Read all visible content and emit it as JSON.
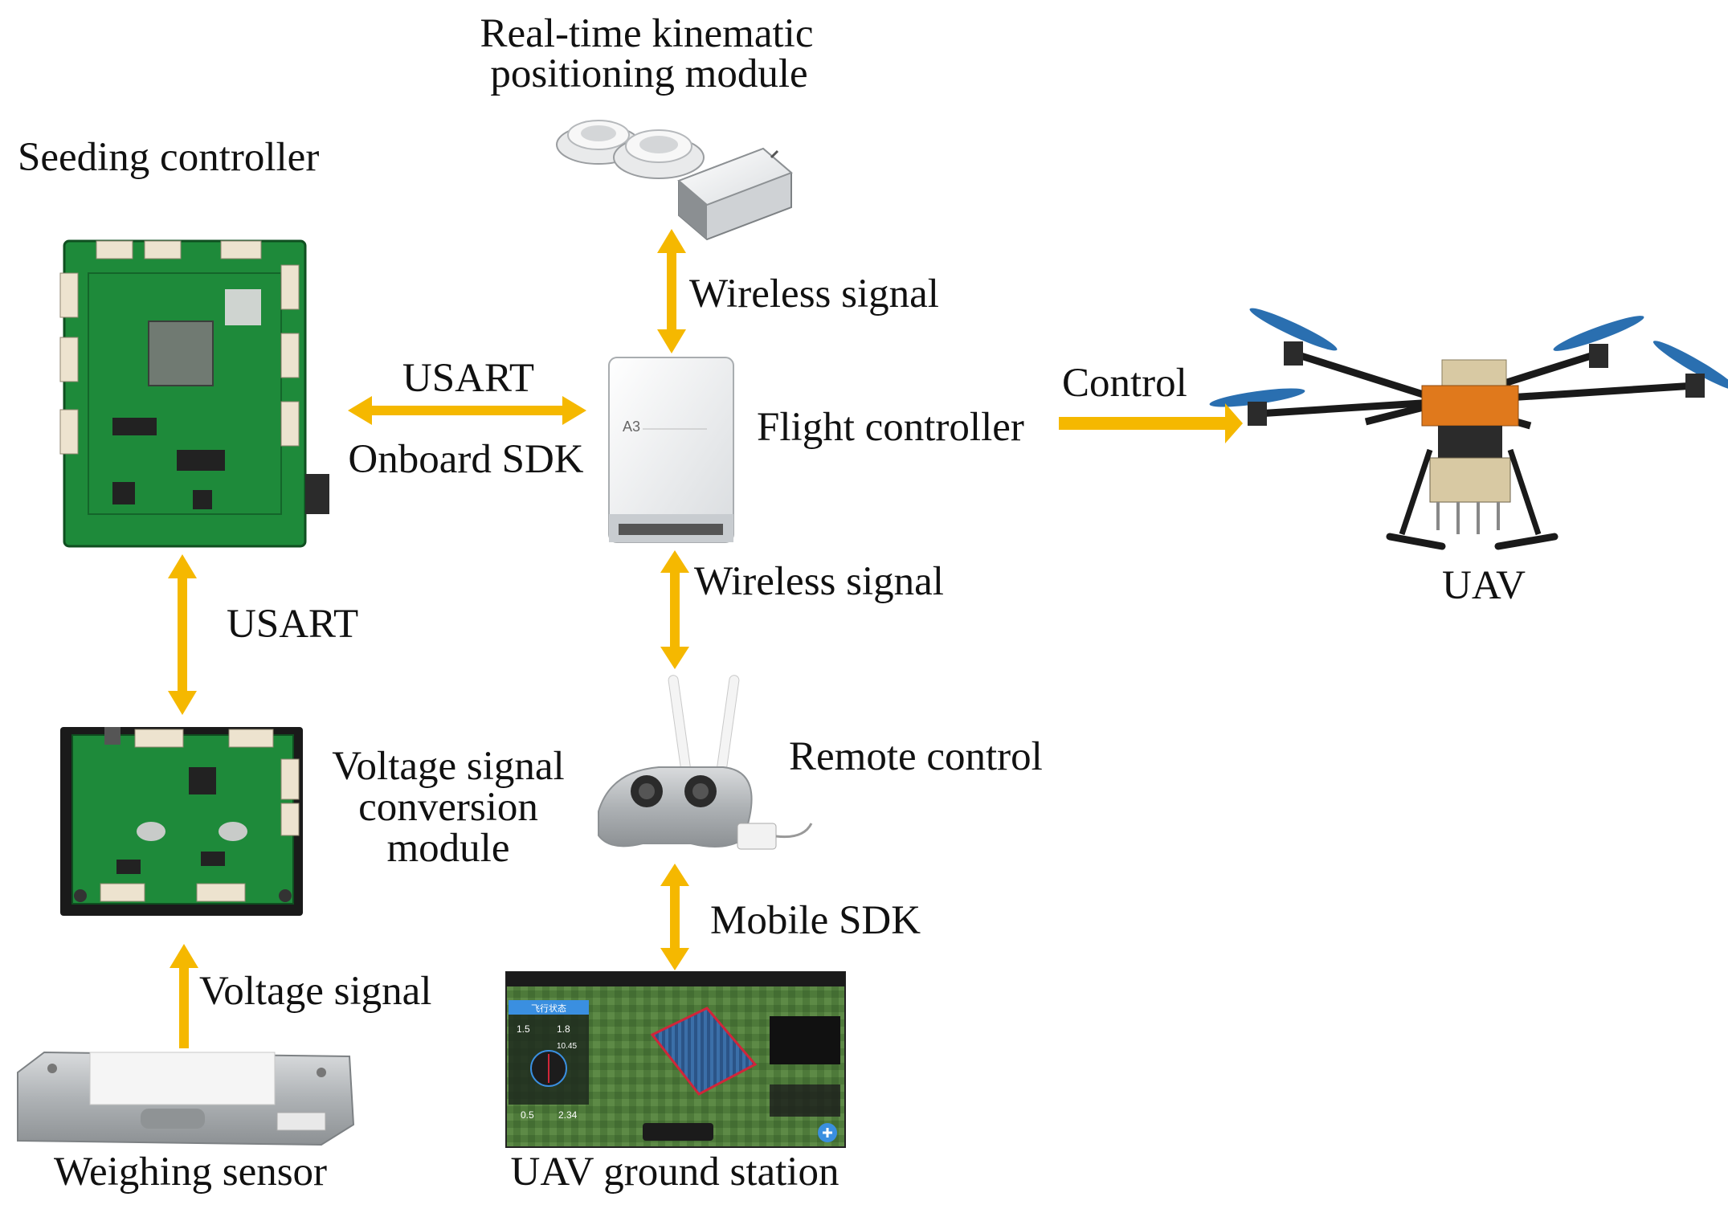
{
  "colors": {
    "arrow": "#F5B800",
    "pcb_green": "#1E8A3A",
    "pcb_dark": "#14652A",
    "connector": "#EDE3CF",
    "device_white": "#F2F2F2",
    "device_grey": "#B9BDC1",
    "drone_black": "#1A1A1A",
    "drone_orange": "#E0791C",
    "drone_tan": "#D8C9A3",
    "field_green": "#4E7A3A",
    "panel_blue": "#3A8FE0",
    "metal": "#BFC2C4"
  },
  "labels": {
    "rtk_line1": "Real-time kinematic",
    "rtk_line2": "positioning module",
    "seeding_controller": "Seeding controller",
    "wireless_signal_top": "Wireless signal",
    "usart_top": "USART",
    "onboard_sdk": "Onboard SDK",
    "flight_controller": "Flight controller",
    "control": "Control",
    "uav": "UAV",
    "wireless_signal_bottom": "Wireless signal",
    "usart_left": "USART",
    "voltage_module_line1": "Voltage signal",
    "voltage_module_line2": "conversion",
    "voltage_module_line3": "module",
    "remote_control": "Remote control",
    "mobile_sdk": "Mobile SDK",
    "voltage_signal": "Voltage signal",
    "weighing_sensor": "Weighing sensor",
    "ground_station": "UAV ground station"
  },
  "device_marks": {
    "flight_controller_model": "A3"
  },
  "ground_station_screen": {
    "panel_title": "飞行状态",
    "height_value": "1.5",
    "speed_value": "1.8",
    "distance_value": "10.45",
    "value_a": "0.5",
    "value_b": "2.34"
  }
}
